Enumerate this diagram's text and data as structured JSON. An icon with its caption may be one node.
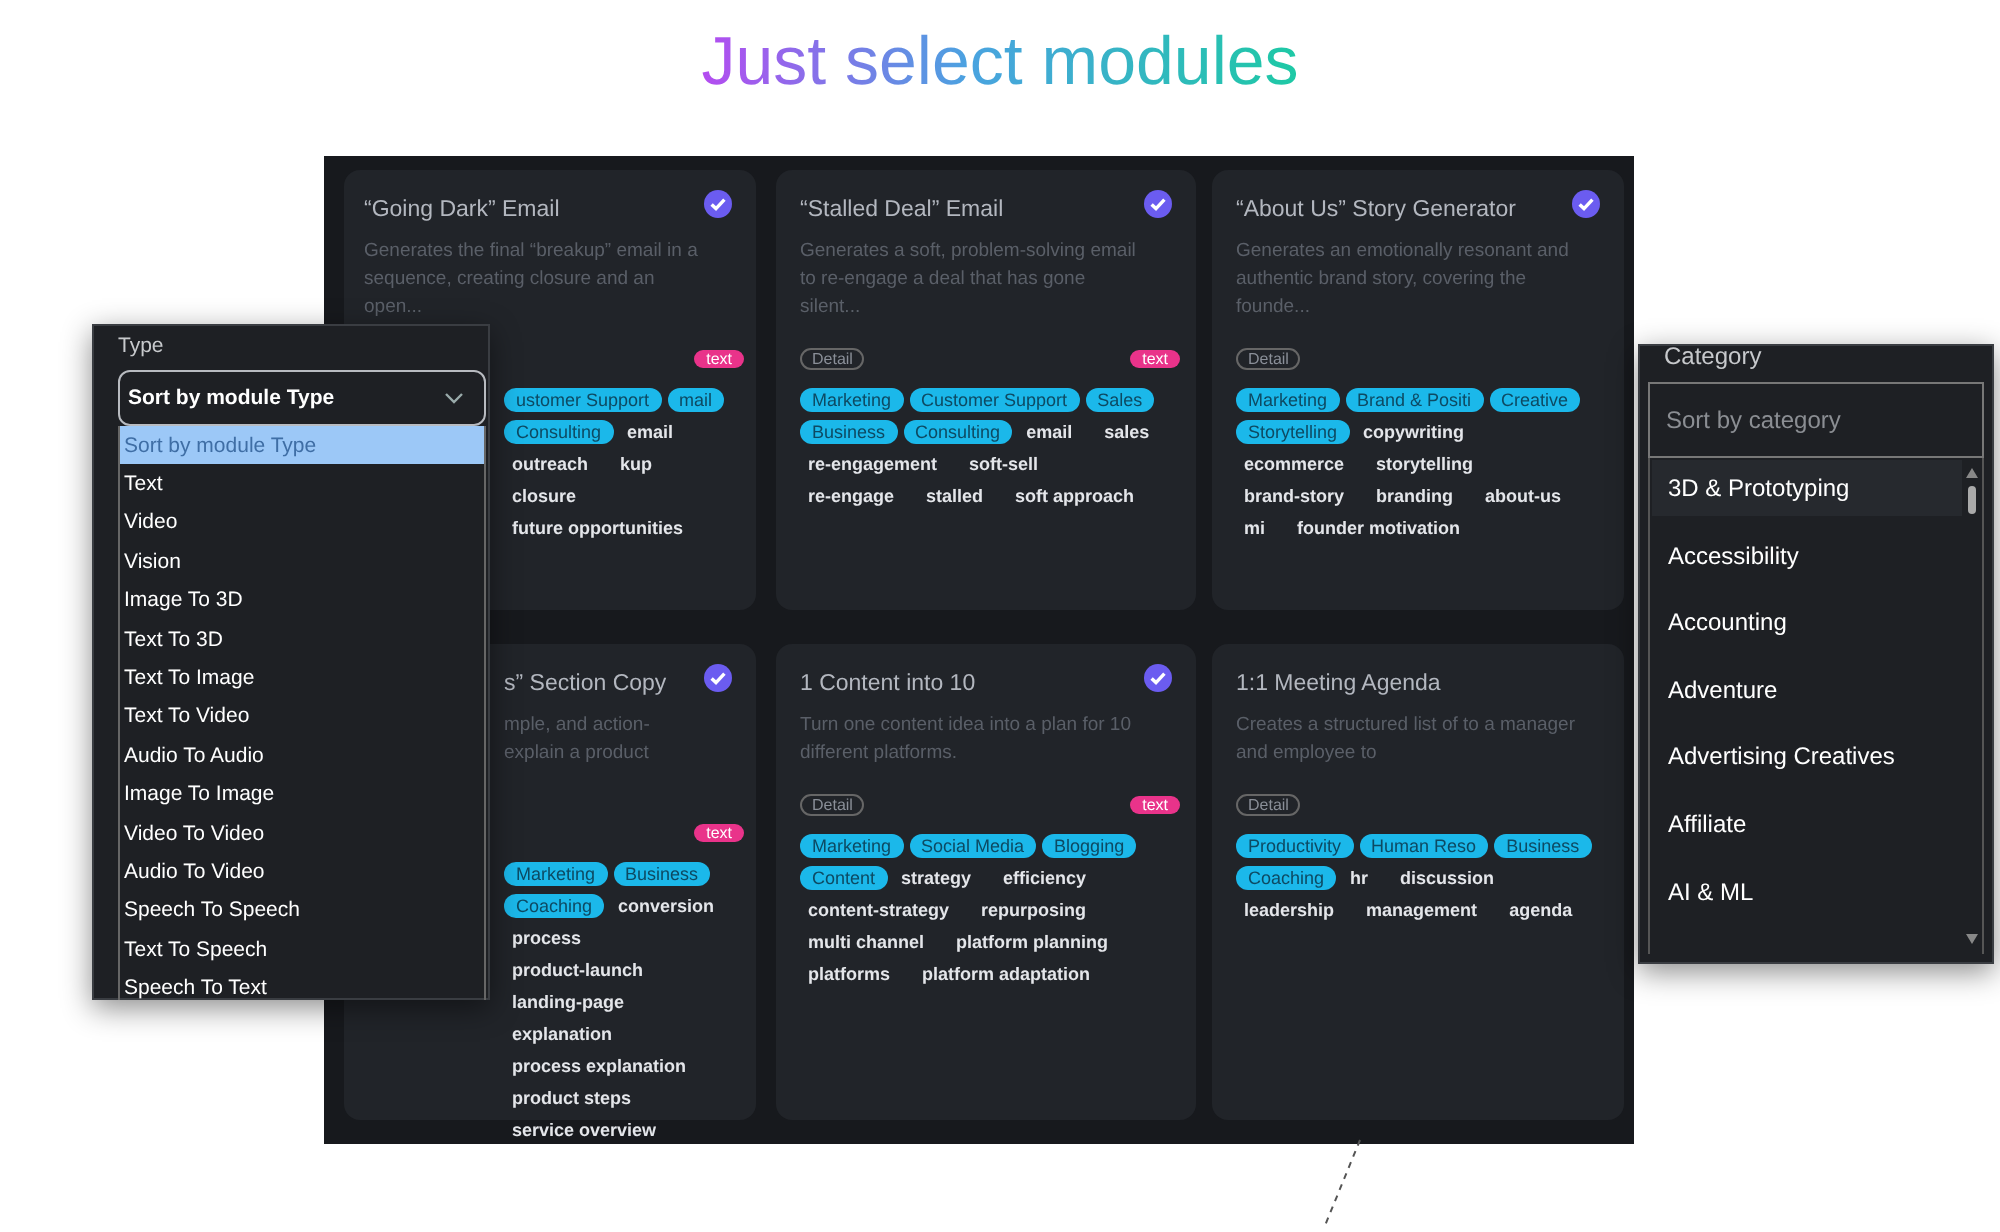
{
  "diagram": {
    "title": "Just select modules",
    "nodes": [
      {
        "text": [
          "“Going Dark” Email",
          "Generates the final “breakup” email in a sequence, creating closure and an open...",
          "email",
          "outreach",
          "kup",
          "closure",
          "future opportunities"
        ]
      },
      {
        "text": [
          "text"
        ],
        "in": 0
      },
      {
        "text": [
          "ustomer Support"
        ],
        "in": 0
      },
      {
        "text": [
          "mail"
        ],
        "in": 0
      },
      {
        "text": [
          "Consulting"
        ],
        "in": 0
      },
      {
        "text": [
          "“Stalled Deal” Email",
          "Generates a soft, problem-solving email to re-engage a deal that has gone silent...",
          "email",
          "sales",
          "re-engagement",
          "soft-sell",
          "re-engage",
          "stalled",
          "soft approach"
        ]
      },
      {
        "text": [
          "Detail"
        ],
        "in": 5
      },
      {
        "text": [
          "text"
        ],
        "in": 5
      },
      {
        "text": [
          "Marketing"
        ],
        "in": 5
      },
      {
        "text": [
          "Customer Support"
        ],
        "in": 5
      },
      {
        "text": [
          "Sales"
        ],
        "in": 5
      },
      {
        "text": [
          "Business"
        ],
        "in": 5
      },
      {
        "text": [
          "Consulting"
        ],
        "in": 5
      },
      {
        "text": [
          "“About Us” Story Generator",
          "Generates an emotionally resonant and authentic brand story, covering the founde...",
          "copywriting",
          "ecommerce",
          "storytelling",
          "brand-story",
          "branding",
          "about-us",
          "mi",
          "founder motivation"
        ]
      },
      {
        "text": [
          "Detail"
        ],
        "in": 13
      },
      {
        "text": [
          "Marketing"
        ],
        "in": 13
      },
      {
        "text": [
          "Brand & Positi"
        ],
        "in": 13
      },
      {
        "text": [
          "Creative"
        ],
        "in": 13
      },
      {
        "text": [
          "Storytelling"
        ],
        "in": 13
      },
      {
        "text": [
          "s” Section Copy",
          "mple, and action- explain a product",
          "conversion",
          "process",
          "product-launch",
          "landing-page",
          "explanation",
          "process explanation",
          "product steps",
          "service overview"
        ]
      },
      {
        "text": [
          "text"
        ],
        "in": 19
      },
      {
        "text": [
          "Marketing"
        ],
        "in": 19
      },
      {
        "text": [
          "Business"
        ],
        "in": 19
      },
      {
        "text": [
          "Coaching"
        ],
        "in": 19
      },
      {
        "text": [
          "1 Content into 10",
          "Turn one content idea into a plan for 10 different platforms.",
          "strategy",
          "efficiency",
          "content-strategy",
          "repurposing",
          "multi channel",
          "platform planning",
          "platforms",
          "platform adaptation"
        ]
      },
      {
        "text": [
          "Detail"
        ],
        "in": 24
      },
      {
        "text": [
          "text"
        ],
        "in": 24
      },
      {
        "text": [
          "Marketing"
        ],
        "in": 24
      },
      {
        "text": [
          "Social Media"
        ],
        "in": 24
      },
      {
        "text": [
          "Blogging"
        ],
        "in": 24
      },
      {
        "text": [
          "Content"
        ],
        "in": 24
      },
      {
        "text": [
          "1:1 Meeting Agenda",
          "Creates a structured list of to a manager and employee to",
          "hr",
          "discussion",
          "leadership",
          "management",
          "agenda"
        ]
      },
      {
        "text": [
          "Detail"
        ],
        "in": 31
      },
      {
        "text": [
          "Productivity"
        ],
        "in": 31
      },
      {
        "text": [
          "Human Reso"
        ],
        "in": 31
      },
      {
        "text": [
          "Business"
        ],
        "in": 31
      },
      {
        "text": [
          "Coaching"
        ],
        "in": 31
      },
      {
        "text": [
          "Type"
        ]
      },
      {
        "text": [
          "Sort by module Type"
        ],
        "in": 37
      },
      {
        "text": [
          "Sort by module Type"
        ],
        "in": 37
      },
      {
        "text": [
          "Text"
        ],
        "in": 37
      },
      {
        "text": [
          "Video"
        ],
        "in": 37
      },
      {
        "text": [
          "Vision"
        ],
        "in": 37
      },
      {
        "text": [
          "Image To 3D"
        ],
        "in": 37
      },
      {
        "text": [
          "Text To 3D"
        ],
        "in": 37
      },
      {
        "text": [
          "Text To Image"
        ],
        "in": 37
      },
      {
        "text": [
          "Text To Video"
        ],
        "in": 37
      },
      {
        "text": [
          "Audio To Audio"
        ],
        "in": 37
      },
      {
        "text": [
          "Image To Image"
        ],
        "in": 37
      },
      {
        "text": [
          "Video To Video"
        ],
        "in": 37
      },
      {
        "text": [
          "Audio To Video"
        ],
        "in": 37
      },
      {
        "text": [
          "Speech To Speech"
        ],
        "in": 37
      },
      {
        "text": [
          "Text To Speech"
        ],
        "in": 37
      },
      {
        "text": [
          "Speech To Text"
        ],
        "in": 37
      },
      {
        "text": [
          "Category"
        ]
      },
      {
        "text": [
          "Sort by category"
        ],
        "in": 54
      },
      {
        "text": [
          "3D & Prototyping"
        ],
        "in": 54
      },
      {
        "text": [
          "Accessibility"
        ],
        "in": 54
      },
      {
        "text": [
          "Accounting"
        ],
        "in": 54
      },
      {
        "text": [
          "Adventure"
        ],
        "in": 54
      },
      {
        "text": [
          "Advertising Creatives"
        ],
        "in": 54
      },
      {
        "text": [
          "Affiliate"
        ],
        "in": 54
      },
      {
        "text": [
          "AI & ML"
        ],
        "in": 54
      }
    ]
  }
}
